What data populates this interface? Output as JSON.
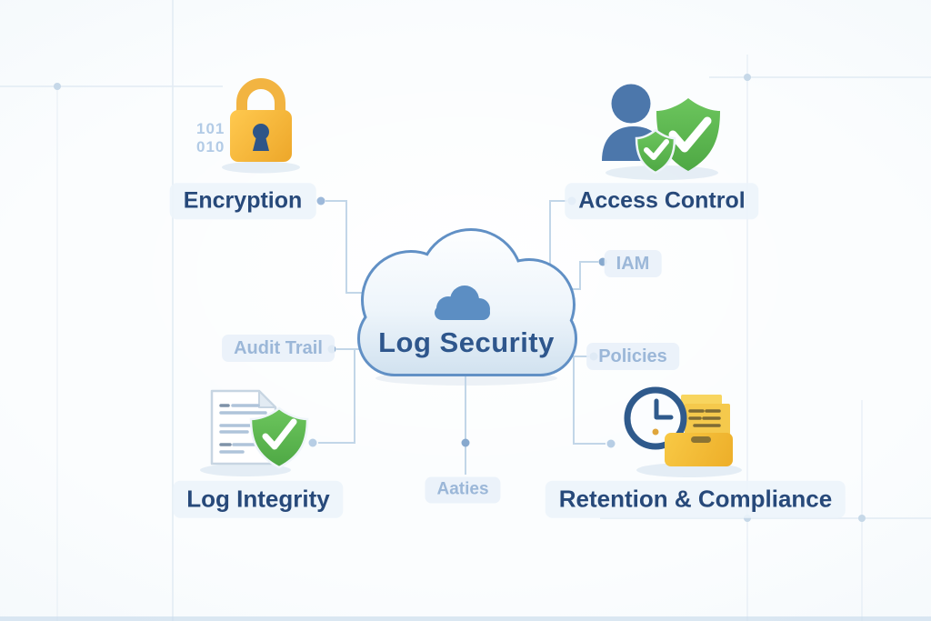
{
  "diagram": {
    "center": {
      "label": "Log Security",
      "icon": "cloud-icon"
    },
    "nodes": {
      "encryption": {
        "label": "Encryption",
        "icon": "padlock-icon",
        "binary_top": "101",
        "binary_bottom": "010"
      },
      "access_control": {
        "label": "Access Control",
        "icon": "user-shield-check-icon"
      },
      "log_integrity": {
        "label": "Log Integrity",
        "icon": "document-shield-check-icon"
      },
      "retention_compliance": {
        "label": "Retention & Compliance",
        "icon": "clock-archive-icon"
      }
    },
    "sub_labels": {
      "iam": {
        "label": "IAM"
      },
      "policies": {
        "label": "Policies"
      },
      "audit_trail": {
        "label": "Audit Trail"
      },
      "activities": {
        "label": "Aaties"
      }
    }
  },
  "colors": {
    "navy_text": "#27497a",
    "muted_label_text": "#9bb7d8",
    "cloud_stroke": "#6190c5",
    "cloud_icon_fill": "#5c8ec3",
    "lock_yellow": "#f5b93c",
    "keyhole_navy": "#2e5588",
    "person_blue": "#4c77ab",
    "shield_green": "#5abb4d",
    "archive_yellow": "#f2bf3a",
    "clock_navy": "#2f5a8c",
    "connector_line": "#c2d6e8",
    "connector_dot_dark": "#87a9ce",
    "connector_dot_light": "#b7cee5"
  }
}
